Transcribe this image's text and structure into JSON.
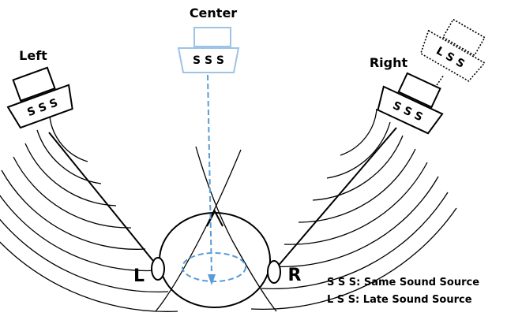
{
  "speakers": {
    "left": {
      "label": "Left",
      "body_text": "S S S"
    },
    "center": {
      "label": "Center",
      "body_text": "S S S",
      "color": "#9dc3e6"
    },
    "right": {
      "label": "Right",
      "body_text": "S S S"
    },
    "late": {
      "body_text": "L S S"
    }
  },
  "ears": {
    "left": "L",
    "right": "R"
  },
  "legend": {
    "line1": "S S S: Same Sound Source",
    "line2": "L S S: Late Sound Source"
  },
  "colors": {
    "ink": "#000000",
    "center_signal": "#5b9bd5"
  }
}
